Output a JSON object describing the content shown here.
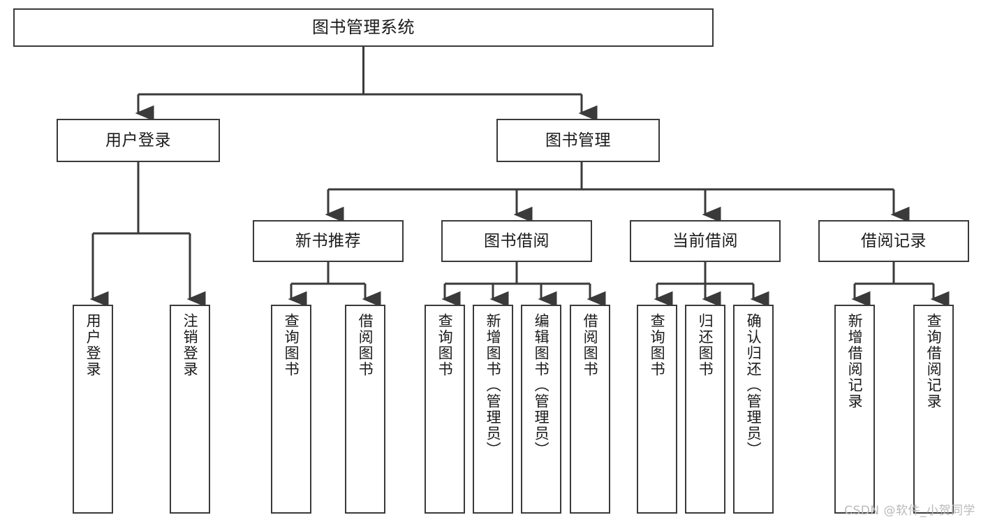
{
  "diagram": {
    "type": "tree",
    "title": "图书管理系统",
    "root": {
      "id": "root",
      "label": "图书管理系统"
    },
    "level2": [
      {
        "id": "user-login",
        "label": "用户登录"
      },
      {
        "id": "book-manage",
        "label": "图书管理"
      }
    ],
    "level3": [
      {
        "id": "new-book-recommend",
        "label": "新书推荐",
        "parent": "book-manage"
      },
      {
        "id": "book-borrow",
        "label": "图书借阅",
        "parent": "book-manage"
      },
      {
        "id": "current-borrow",
        "label": "当前借阅",
        "parent": "book-manage"
      },
      {
        "id": "borrow-record",
        "label": "借阅记录",
        "parent": "book-manage"
      }
    ],
    "leaves": [
      {
        "id": "leaf-user-login",
        "label": "用户登录",
        "parent": "user-login"
      },
      {
        "id": "leaf-logout-login",
        "label": "注销登录",
        "parent": "user-login"
      },
      {
        "id": "leaf-query-book-1",
        "label": "查询图书",
        "parent": "new-book-recommend"
      },
      {
        "id": "leaf-borrow-book-1",
        "label": "借阅图书",
        "parent": "new-book-recommend"
      },
      {
        "id": "leaf-query-book-2",
        "label": "查询图书",
        "parent": "book-borrow"
      },
      {
        "id": "leaf-add-book",
        "label": "新增图书（管理员）",
        "parent": "book-borrow"
      },
      {
        "id": "leaf-edit-book",
        "label": "编辑图书（管理员）",
        "parent": "book-borrow"
      },
      {
        "id": "leaf-borrow-book-2",
        "label": "借阅图书",
        "parent": "book-borrow"
      },
      {
        "id": "leaf-query-book-3",
        "label": "查询图书",
        "parent": "current-borrow"
      },
      {
        "id": "leaf-return-book",
        "label": "归还图书",
        "parent": "current-borrow"
      },
      {
        "id": "leaf-confirm-return",
        "label": "确认归还（管理员）",
        "parent": "current-borrow"
      },
      {
        "id": "leaf-add-record",
        "label": "新增借阅记录",
        "parent": "borrow-record"
      },
      {
        "id": "leaf-query-record",
        "label": "查询借阅记录",
        "parent": "borrow-record"
      }
    ]
  },
  "watermark": {
    "text": "CSDN @软件_小贺同学"
  },
  "colors": {
    "stroke": "#3a3a3a",
    "text": "#1a1a1a",
    "background": "#ffffff",
    "watermark": "#b9b9b9"
  }
}
